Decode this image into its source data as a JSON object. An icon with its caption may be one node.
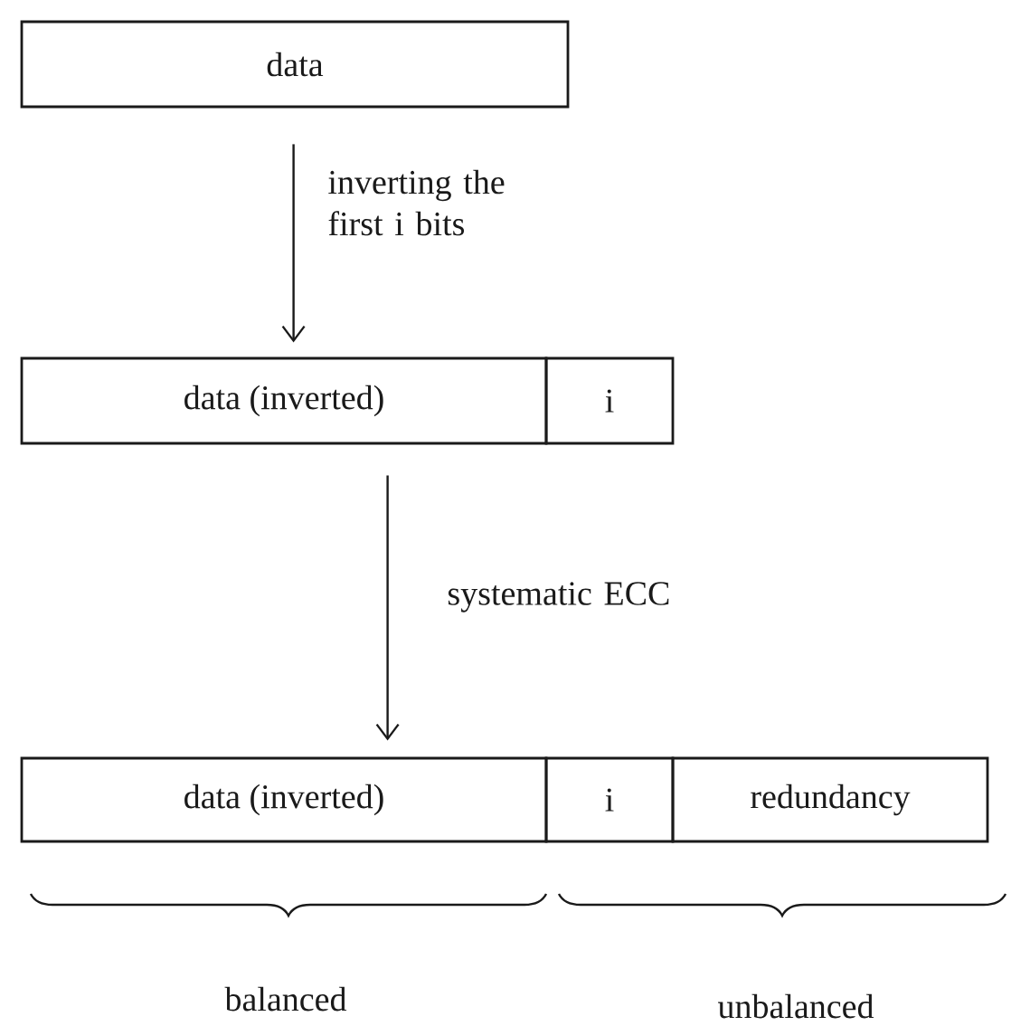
{
  "diagram": {
    "nodes": [
      {
        "text": [
          "data"
        ]
      },
      {
        "text": [
          "data (inverted)"
        ]
      },
      {
        "text": [
          "i"
        ]
      },
      {
        "text": [
          "data (inverted)"
        ]
      },
      {
        "text": [
          "i"
        ]
      },
      {
        "text": [
          "redundancy"
        ]
      }
    ],
    "edges": [
      {
        "from": 0,
        "to": 1,
        "arrow": "to",
        "label": "inverting the first i bits"
      },
      {
        "from": 1,
        "to": 3,
        "arrow": "to",
        "label": "systematic ECC"
      }
    ],
    "labels": [
      "balanced",
      "unbalanced"
    ]
  }
}
